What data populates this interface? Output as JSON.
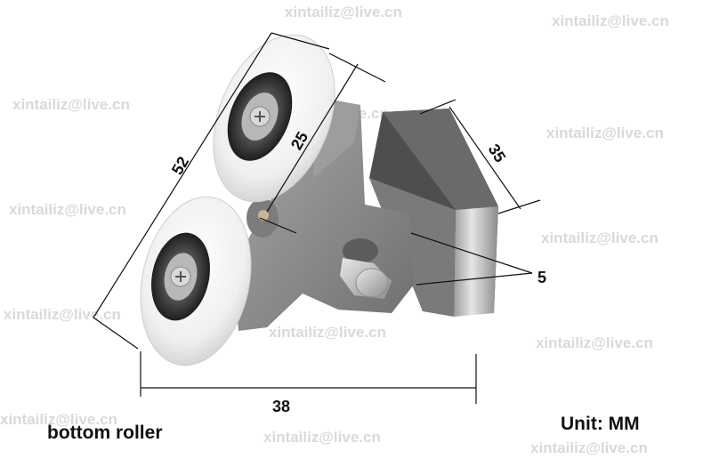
{
  "watermark_text": "xintailiz@live.cn",
  "dimensions": {
    "roller_height": "52",
    "roller_depth": "25",
    "block_width": "35",
    "gap": "5",
    "total_width": "38"
  },
  "captions": {
    "product": "bottom roller",
    "unit": "Unit: MM"
  },
  "colors": {
    "roller_white": "#f2f2f2",
    "bearing_dark": "#3a3a3a",
    "housing_grey": "#8c8c8c",
    "chrome": "#c8c8c8"
  }
}
